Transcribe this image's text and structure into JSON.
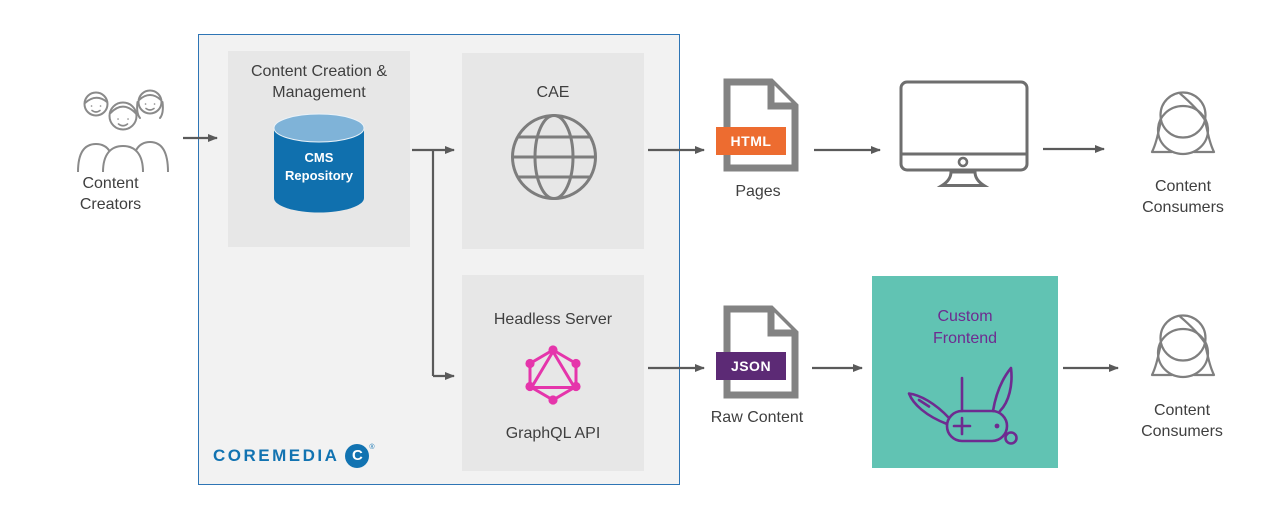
{
  "creators": {
    "label": "Content Creators",
    "icon": "people-group-icon"
  },
  "platform": {
    "cms": {
      "title": "Content Creation & Management",
      "db_label": "CMS Repository",
      "icon": "database-cylinder-icon"
    },
    "cae": {
      "title": "CAE",
      "icon": "globe-icon"
    },
    "headless": {
      "title": "Headless Server",
      "subtitle": "GraphQL API",
      "icon": "graphql-icon"
    },
    "logo": {
      "text": "COREMEDIA",
      "symbol": "C",
      "trademark": "®"
    }
  },
  "outputs": {
    "pages": {
      "badge": "HTML",
      "label": "Pages",
      "icon": "document-file-icon"
    },
    "raw": {
      "badge": "JSON",
      "label": "Raw Content",
      "icon": "document-file-icon"
    }
  },
  "delivery": {
    "icon": "desktop-monitor-icon"
  },
  "frontend": {
    "title": "Custom Frontend",
    "icon": "swiss-army-knife-icon"
  },
  "consumers_top": {
    "label": "Content Consumers",
    "icon": "person-head-icon"
  },
  "consumers_bottom": {
    "label": "Content Consumers",
    "icon": "person-head-icon"
  },
  "colors": {
    "outer_border": "#2e75b5",
    "outer_fill": "#f2f2f2",
    "panel_fill": "#e7e7e7",
    "cylinder_body": "#1070ae",
    "cylinder_top": "#7fb3d8",
    "html_badge": "#ed6c30",
    "json_badge": "#5c2a75",
    "frontend_teal": "#61c3b3",
    "frontend_purple": "#6e2b90",
    "graphql_pink": "#e535ab",
    "arrow_gray": "#5a5a5a",
    "icon_gray": "#7f7f7f",
    "logo_blue": "#1273b1"
  }
}
